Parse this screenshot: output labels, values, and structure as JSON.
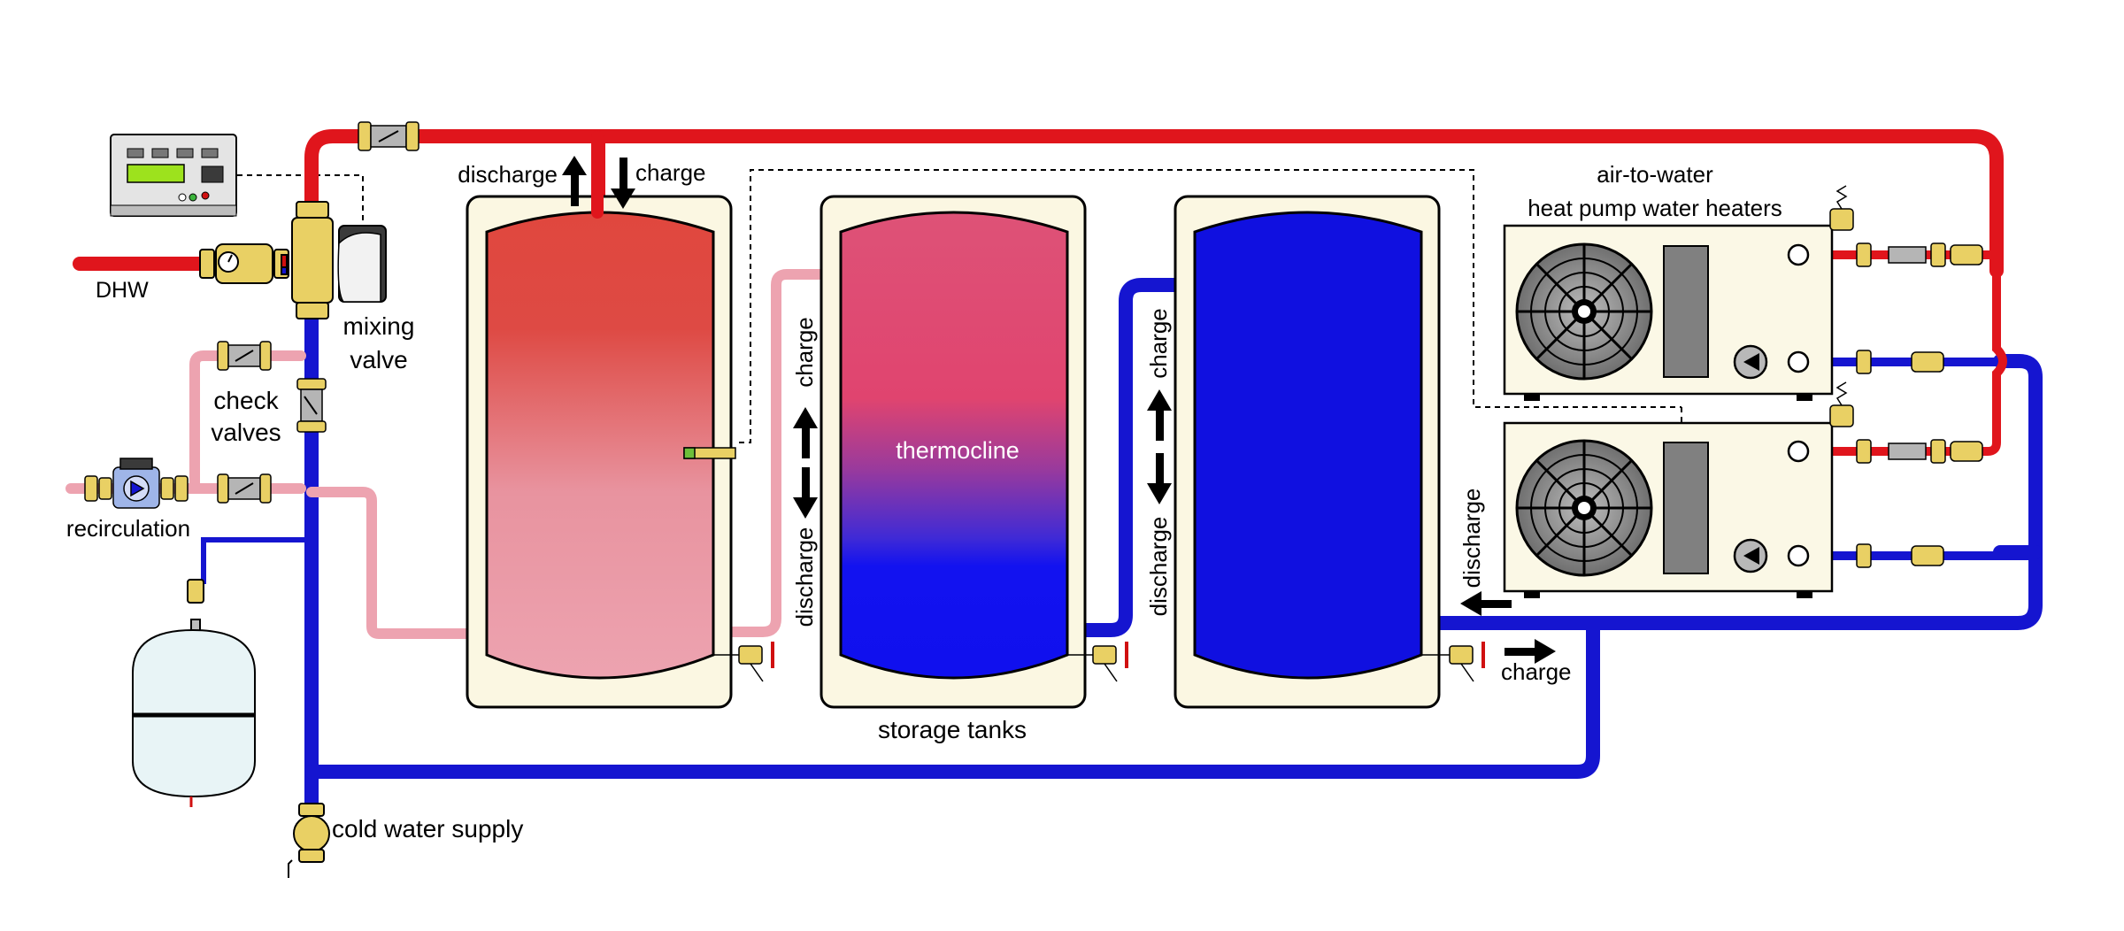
{
  "labels": {
    "dhw": "DHW",
    "mixing_valve_line1": "mixing",
    "mixing_valve_line2": "valve",
    "check_valves_line1": "check",
    "check_valves_line2": "valves",
    "recirculation": "recirculation",
    "cold_water_supply": "cold water supply",
    "storage_tanks": "storage tanks",
    "thermocline": "thermocline",
    "heat_pump_line1": "air-to-water",
    "heat_pump_line2": "heat pump water heaters",
    "discharge": "discharge",
    "charge": "charge"
  },
  "colors": {
    "hot": "#e0151c",
    "cold": "#1515d0",
    "recirc": "#eda3b0",
    "brass": "#e9d064",
    "tank_jacket": "#fbf7e2",
    "heat_pump_body": "#fbf8e6"
  }
}
